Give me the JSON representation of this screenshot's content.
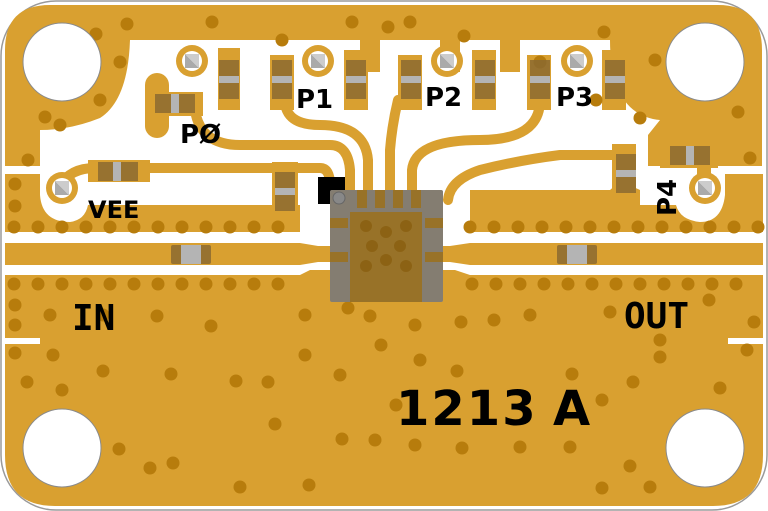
{
  "board": {
    "part_number": "1213",
    "revision": "A",
    "colors": {
      "copper": "#D9A030",
      "via": "#B77C0C",
      "substrate": "#FFFFFF",
      "component_body": "#8B6A30",
      "component_center": "#B4B4B4",
      "ic_body": "#7A6040",
      "pin1_marker": "#000000",
      "outline": "#9A9A9A"
    }
  },
  "ports": {
    "rf_in": "IN",
    "rf_out": "OUT"
  },
  "pads": {
    "vee": "VEE",
    "p0": "PØ",
    "p1": "P1",
    "p2": "P2",
    "p3": "P3",
    "p4": "P4"
  },
  "components": [
    {
      "id": "C-VEE",
      "type": "capacitor"
    },
    {
      "id": "C-P0",
      "type": "capacitor"
    },
    {
      "id": "C-P0b",
      "type": "capacitor"
    },
    {
      "id": "C-P1a",
      "type": "capacitor"
    },
    {
      "id": "C-P1b",
      "type": "capacitor"
    },
    {
      "id": "C-P2a",
      "type": "capacitor"
    },
    {
      "id": "C-P2b",
      "type": "capacitor"
    },
    {
      "id": "C-P3a",
      "type": "capacitor"
    },
    {
      "id": "C-P3b",
      "type": "capacitor"
    },
    {
      "id": "C-P4a",
      "type": "capacitor"
    },
    {
      "id": "C-P4b",
      "type": "capacitor"
    },
    {
      "id": "C-BIAS",
      "type": "capacitor"
    },
    {
      "id": "C-IN",
      "type": "dc-block-capacitor"
    },
    {
      "id": "C-OUT",
      "type": "dc-block-capacitor"
    },
    {
      "id": "U1",
      "type": "qfn-ic"
    }
  ]
}
